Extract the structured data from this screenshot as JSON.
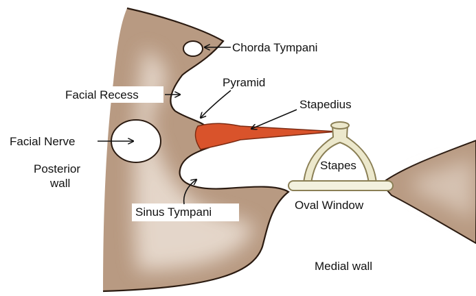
{
  "labels": {
    "chorda_tympani": "Chorda Tympani",
    "pyramid": "Pyramid",
    "facial_recess": "Facial Recess",
    "stapedius": "Stapedius",
    "facial_nerve": "Facial Nerve",
    "posterior_wall": [
      "Posterior",
      "wall"
    ],
    "stapes": "Stapes",
    "sinus_tympani": "Sinus Tympani",
    "oval_window": "Oval Window",
    "medial_wall": "Medial wall"
  },
  "colors": {
    "bone": "#b89a82",
    "bone_light": "#e9ddd2",
    "outline": "#2a1a10",
    "muscle": "#d9532b",
    "stapes": "#ece8cc",
    "stapes_outline": "#8a7f55",
    "footplate": "#f3f1de"
  }
}
